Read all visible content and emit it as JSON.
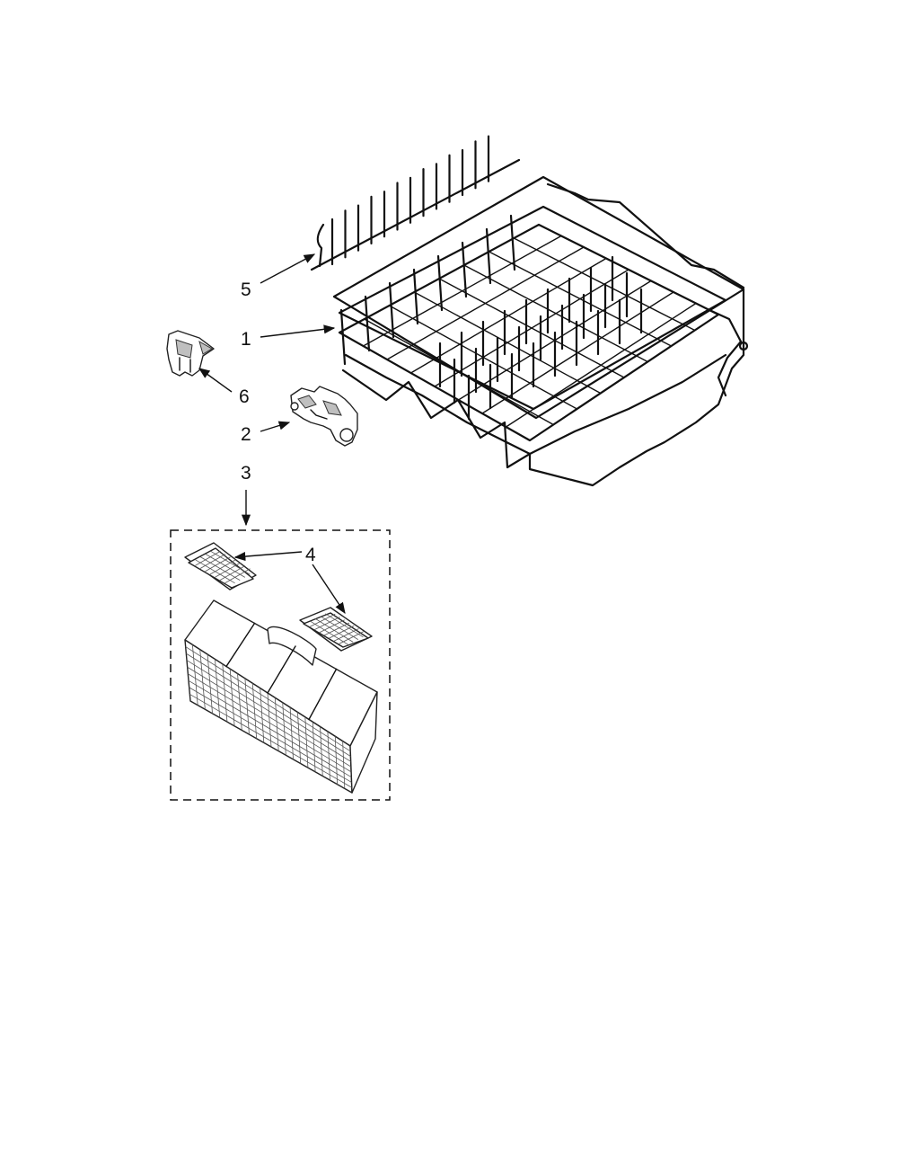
{
  "callouts": [
    {
      "id": "1",
      "label": "1"
    },
    {
      "id": "2",
      "label": "2"
    },
    {
      "id": "3",
      "label": "3"
    },
    {
      "id": "4",
      "label": "4"
    },
    {
      "id": "5",
      "label": "5"
    },
    {
      "id": "6",
      "label": "6"
    }
  ],
  "colors": {
    "line": "#111111",
    "background": "#ffffff",
    "shade": "#bfbfbf"
  }
}
